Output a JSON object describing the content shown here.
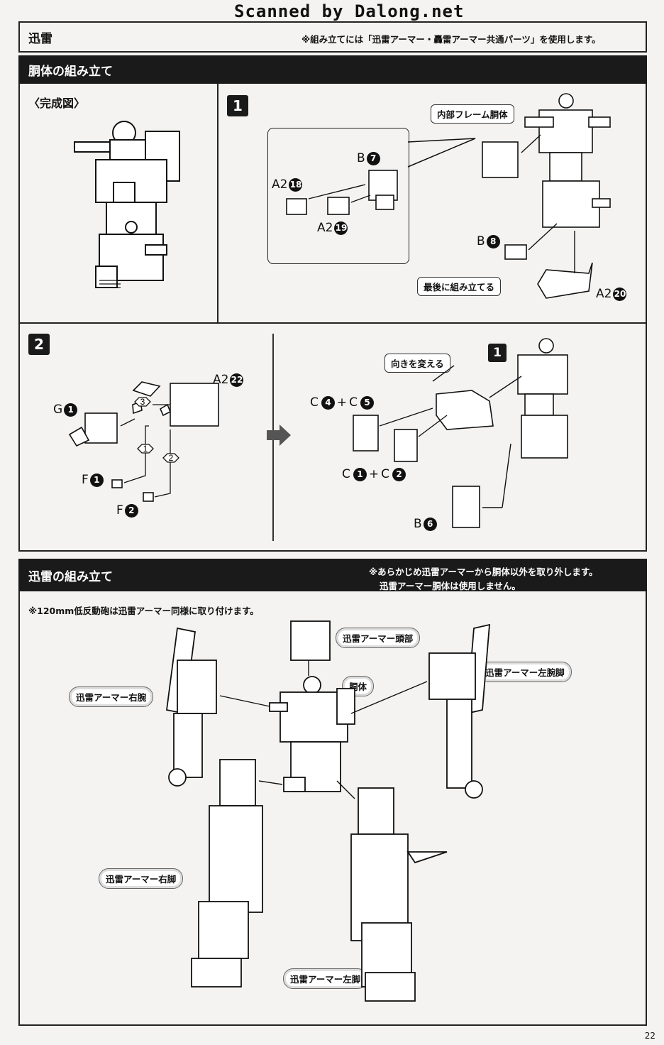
{
  "watermark": "Scanned by Dalong.net",
  "header": {
    "title": "迅雷",
    "note": "※組み立てには「迅雷アーマー・轟雷アーマー共通パーツ」を使用します。"
  },
  "section1": {
    "title": "胴体の組み立て",
    "completed": "〈完成図〉"
  },
  "step1": {
    "num": "1",
    "inner_frame": "内部フレーム胴体",
    "b7": "B",
    "b7n": "7",
    "a2_18": "A2",
    "a2_18n": "18",
    "a2_19": "A2",
    "a2_19n": "19",
    "b8": "B",
    "b8n": "8",
    "last": "最後に組み立てる",
    "a2_20": "A2",
    "a2_20n": "20"
  },
  "step2": {
    "num": "2",
    "a2_22": "A2",
    "a2_22n": "22",
    "g1": "G",
    "g1n": "1",
    "f1": "F",
    "f1n": "1",
    "f2": "F",
    "f2n": "2",
    "hex3": "3",
    "hex1": "1",
    "hex2": "2",
    "change": "向きを変える",
    "ref1": "1",
    "c45_a": "C",
    "c45_an": "4",
    "plus": "+",
    "c45_b": "C",
    "c45_bn": "5",
    "c12_a": "C",
    "c12_an": "1",
    "c12_b": "C",
    "c12_bn": "2",
    "b6": "B",
    "b6n": "6"
  },
  "section2": {
    "title": "迅雷の組み立て",
    "note1": "※あらかじめ迅雷アーマーから胴体以外を取り外します。",
    "note2": "迅雷アーマー胴体は使用しません。",
    "note3": "※120mm低反動砲は迅雷アーマー同様に取り付けます。",
    "head": "迅雷アーマー頭部",
    "torso": "胴体",
    "right_arm": "迅雷アーマー右腕",
    "left_arm": "迅雷アーマー左腕脚",
    "right_leg": "迅雷アーマー右脚",
    "left_leg": "迅雷アーマー左脚"
  },
  "page_number": "22"
}
